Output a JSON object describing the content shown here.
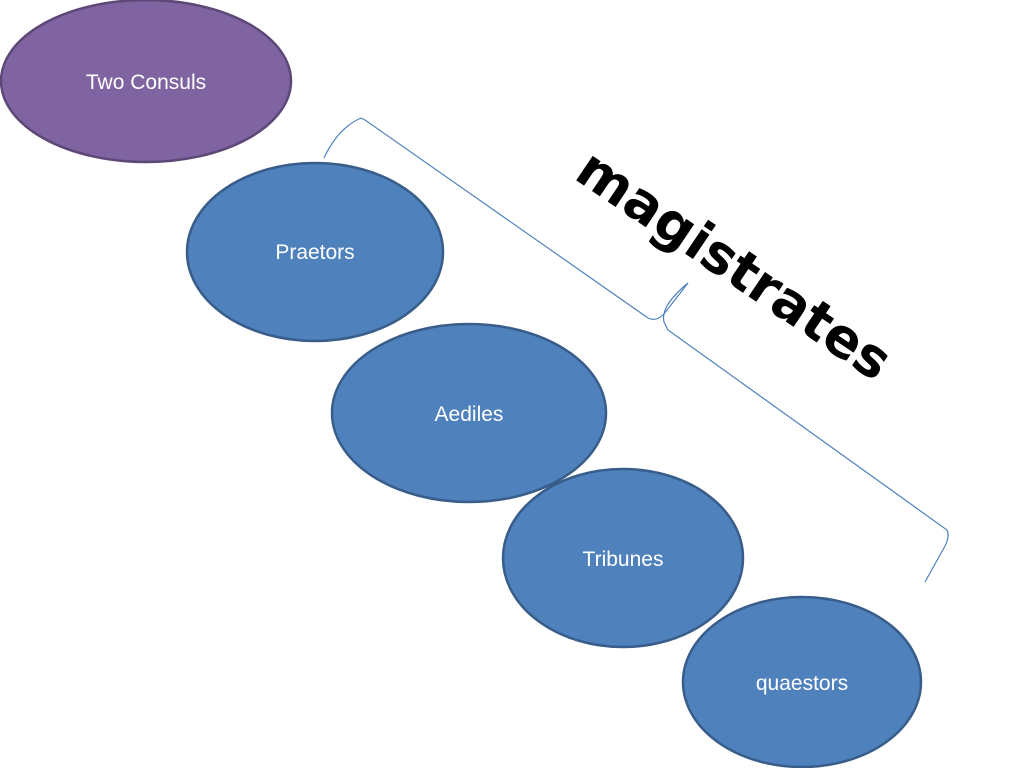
{
  "slide": {
    "nodes": [
      {
        "id": "consuls",
        "label": "Two Consuls",
        "fill": "#8064a2",
        "stroke": "#5c4776"
      },
      {
        "id": "praetors",
        "label": "Praetors",
        "fill": "#4f81bd",
        "stroke": "#385d8a"
      },
      {
        "id": "aediles",
        "label": "Aediles",
        "fill": "#4f81bd",
        "stroke": "#385d8a"
      },
      {
        "id": "tribunes",
        "label": "Tribunes",
        "fill": "#4f81bd",
        "stroke": "#385d8a"
      },
      {
        "id": "quaestors",
        "label": "quaestors",
        "fill": "#4f81bd",
        "stroke": "#385d8a"
      }
    ],
    "group_label": "magistrates",
    "bracket_color": "#4f81bd"
  }
}
